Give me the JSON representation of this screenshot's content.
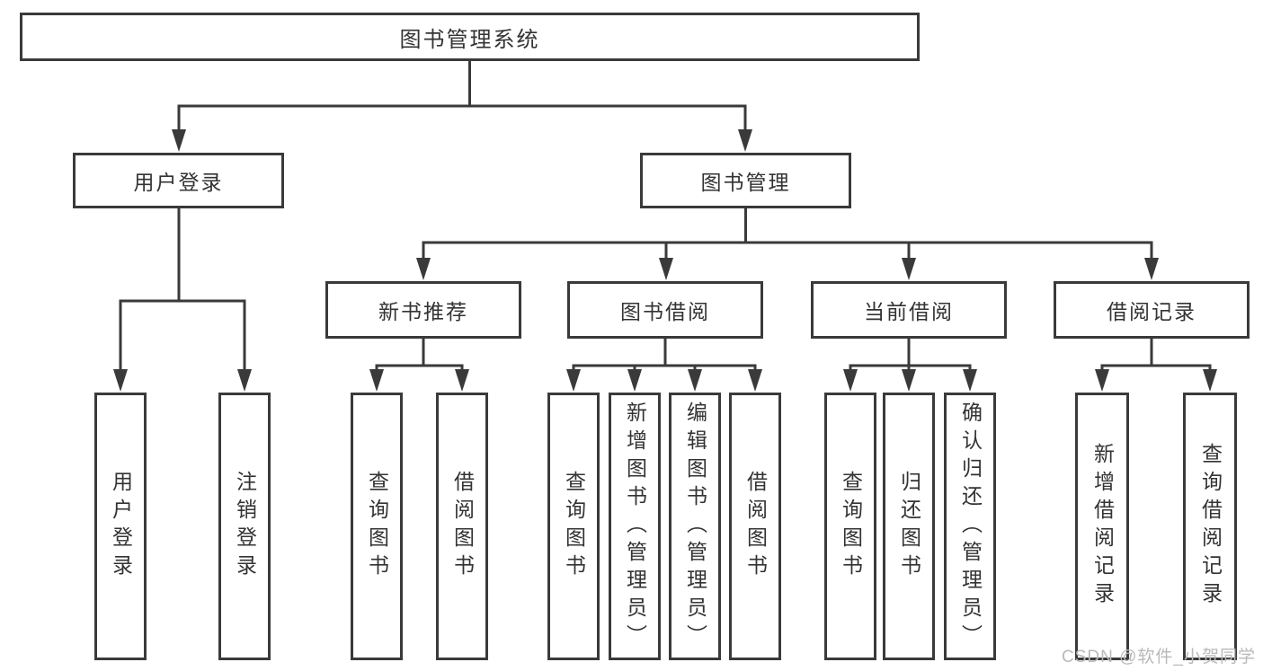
{
  "style": {
    "line_color": "#3a3a3a",
    "box_border_color": "#3a3a3a",
    "text_color": "#333333",
    "watermark_color": "#b9b9b9",
    "background": "#ffffff"
  },
  "watermark": {
    "text": "CSDN @软件_小贺同学"
  },
  "tree": {
    "label": "图书管理系统",
    "children": [
      {
        "label": "用户登录",
        "children": [
          {
            "label": "用户登录"
          },
          {
            "label": "注销登录"
          }
        ]
      },
      {
        "label": "图书管理",
        "children": [
          {
            "label": "新书推荐",
            "children": [
              {
                "label": "查询图书"
              },
              {
                "label": "借阅图书"
              }
            ]
          },
          {
            "label": "图书借阅",
            "children": [
              {
                "label": "查询图书"
              },
              {
                "label": "新增图书（管理员）"
              },
              {
                "label": "编辑图书（管理员）"
              },
              {
                "label": "借阅图书"
              }
            ]
          },
          {
            "label": "当前借阅",
            "children": [
              {
                "label": "查询图书"
              },
              {
                "label": "归还图书"
              },
              {
                "label": "确认归还（管理员）"
              }
            ]
          },
          {
            "label": "借阅记录",
            "children": [
              {
                "label": "新增借阅记录"
              },
              {
                "label": "查询借阅记录"
              }
            ]
          }
        ]
      }
    ]
  }
}
